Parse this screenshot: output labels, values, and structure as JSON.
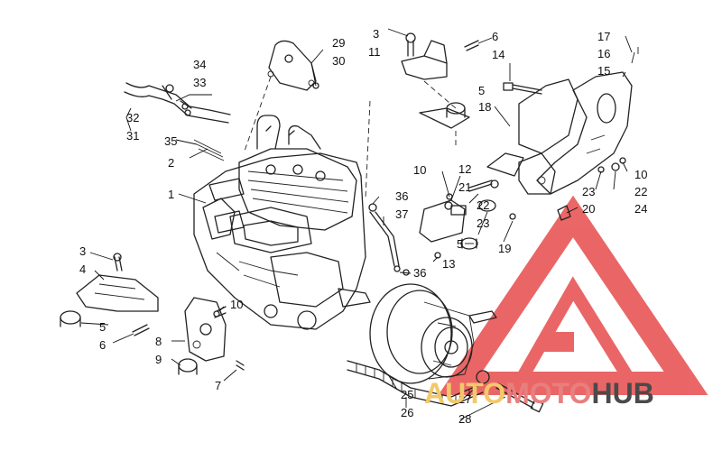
{
  "watermark": {
    "auto": "AUTO",
    "moto": "MOTO",
    "hub": "HUB",
    "logo_color": "#e74c4c",
    "auto_color": "#f2c96a",
    "hub_color": "#4a4a4a"
  },
  "callouts": {
    "c1": "1",
    "c2": "2",
    "c3a": "3",
    "c3b": "3",
    "c4": "4",
    "c5a": "5",
    "c5b": "5",
    "c5c": "5",
    "c6a": "6",
    "c6b": "6",
    "c7": "7",
    "c8": "8",
    "c9": "9",
    "c10a": "10",
    "c10b": "10",
    "c10c": "10",
    "c11": "11",
    "c12": "12",
    "c13": "13",
    "c14": "14",
    "c15": "15",
    "c16": "16",
    "c17": "17",
    "c18": "18",
    "c19": "19",
    "c20": "20",
    "c21": "21",
    "c22a": "22",
    "c22b": "22",
    "c23a": "23",
    "c23b": "23",
    "c24": "24",
    "c25": "25",
    "c26": "26",
    "c27": "27",
    "c28": "28",
    "c29": "29",
    "c30": "30",
    "c31": "31",
    "c32": "32",
    "c33": "33",
    "c34": "34",
    "c35": "35",
    "c36a": "36",
    "c36b": "36",
    "c37": "37"
  }
}
